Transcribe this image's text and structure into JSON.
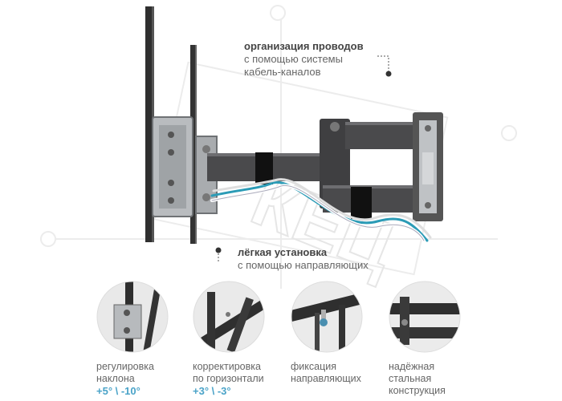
{
  "annotations": {
    "cable": {
      "title": "организация проводов",
      "line1": "с помощью системы",
      "line2": "кабель-каналов"
    },
    "install": {
      "title": "лёгкая установка",
      "line1": "с помощью направляющих"
    }
  },
  "features": [
    {
      "line1": "регулировка",
      "line2": "наклона",
      "value": "+5° \\ -10°"
    },
    {
      "line1": "корректировка",
      "line2": "по горизонтали",
      "value": "+3° \\ -3°"
    },
    {
      "line1": "фиксация",
      "line2": "направляющих"
    },
    {
      "line1": "надёжная",
      "line2": "стальная",
      "line3": "конструкция"
    }
  ],
  "watermark": "КЕЦ",
  "colors": {
    "accent": "#4aa3c8",
    "metal": "#3a3a3a",
    "silver": "#b9bcbf",
    "cable_blue": "#2b9bb6"
  }
}
